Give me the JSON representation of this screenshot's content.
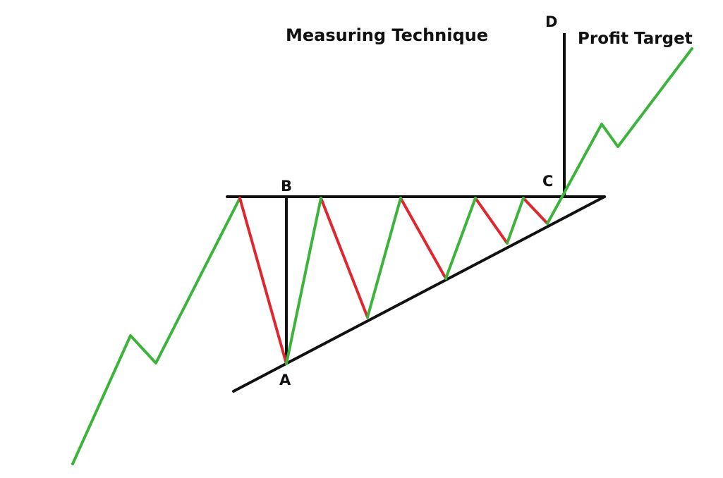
{
  "title": "Measuring Technique",
  "profit_target_label": "Profit Target",
  "points": {
    "a": "A",
    "b": "B",
    "c": "C",
    "d": "D"
  },
  "colors": {
    "up_move": "#3cb43c",
    "down_move": "#e0262e",
    "structure": "#111111",
    "text": "#111111",
    "background": "#ffffff"
  }
}
